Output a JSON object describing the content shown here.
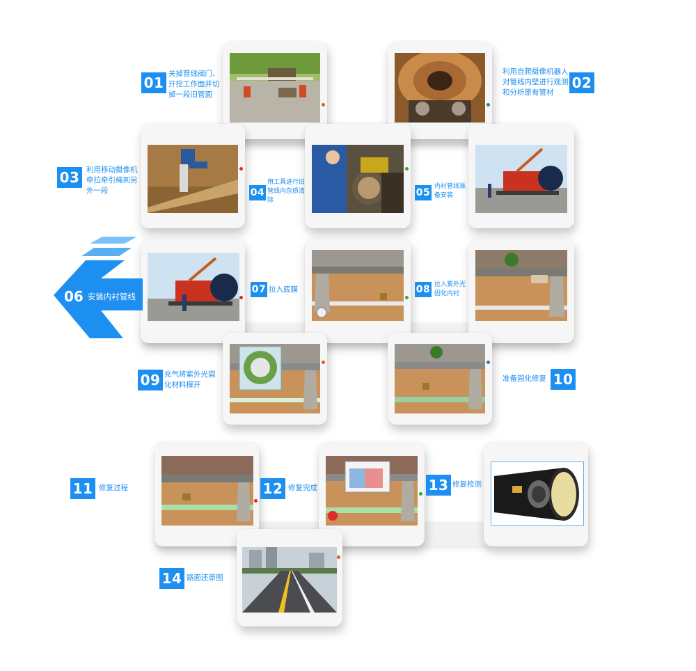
{
  "steps": [
    {
      "num": "01",
      "text": "关掉管线阀门、开挖工作面并切掉一段旧管面"
    },
    {
      "num": "02",
      "text": "利用自爬摄像机器人对管线内壁进行观测和分析原有管材"
    },
    {
      "num": "03",
      "text": "利用移动摄像机牵拉牵引绳到另外一段"
    },
    {
      "num": "04",
      "text": "用工具进行旧管线内杂质清除"
    },
    {
      "num": "05",
      "text": "内衬管线准备安装"
    },
    {
      "num": "06",
      "text": "安装内衬管线"
    },
    {
      "num": "07",
      "text": "拉入底膜"
    },
    {
      "num": "08",
      "text": "拉入紫外光固化内衬"
    },
    {
      "num": "09",
      "text": "充气将紫外光固化材料撑开"
    },
    {
      "num": "10",
      "text": "准备固化修复"
    },
    {
      "num": "11",
      "text": "修复过程"
    },
    {
      "num": "12",
      "text": "修复完成"
    },
    {
      "num": "13",
      "text": "修复检测"
    },
    {
      "num": "14",
      "text": "路面还原图"
    }
  ],
  "colors": {
    "accent": "#1d8ff0",
    "accent_light": "#7cc2f7",
    "card": "#f6f6f6"
  }
}
